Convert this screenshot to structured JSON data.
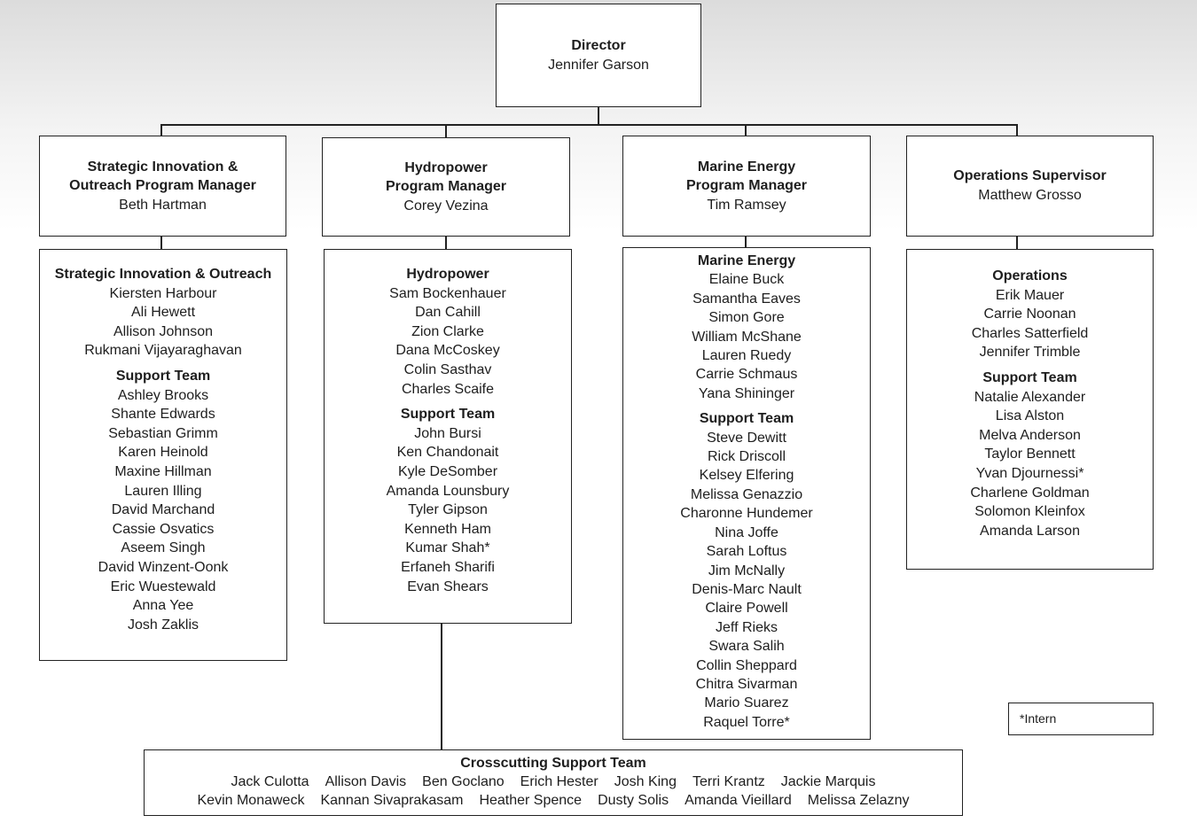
{
  "director": {
    "title": "Director",
    "name": "Jennifer Garson"
  },
  "managers": [
    {
      "title_lines": [
        "Strategic Innovation &",
        "Outreach Program Manager"
      ],
      "name": "Beth Hartman"
    },
    {
      "title_lines": [
        "Hydropower",
        "Program Manager"
      ],
      "name": "Corey Vezina"
    },
    {
      "title_lines": [
        "Marine Energy",
        "Program Manager"
      ],
      "name": "Tim Ramsey"
    },
    {
      "title_lines": [
        "Operations Supervisor"
      ],
      "name": "Matthew Grosso"
    }
  ],
  "teams": [
    {
      "title": "Strategic Innovation & Outreach",
      "members": [
        "Kiersten Harbour",
        "Ali Hewett",
        "Allison Johnson",
        "Rukmani Vijayaraghavan"
      ],
      "support_title": "Support Team",
      "support": [
        "Ashley Brooks",
        "Shante Edwards",
        "Sebastian Grimm",
        "Karen Heinold",
        "Maxine Hillman",
        "Lauren Illing",
        "David Marchand",
        "Cassie Osvatics",
        "Aseem Singh",
        "David Winzent-Oonk",
        "Eric Wuestewald",
        "Anna Yee",
        "Josh Zaklis"
      ]
    },
    {
      "title": "Hydropower",
      "members": [
        "Sam Bockenhauer",
        "Dan Cahill",
        "Zion Clarke",
        "Dana McCoskey",
        "Colin Sasthav",
        "Charles Scaife"
      ],
      "support_title": "Support Team",
      "support": [
        "John Bursi",
        "Ken Chandonait",
        "Kyle DeSomber",
        "Amanda Lounsbury",
        "Tyler Gipson",
        "Kenneth Ham",
        "Kumar Shah*",
        "Erfaneh Sharifi",
        "Evan Shears"
      ]
    },
    {
      "title": "Marine Energy",
      "members": [
        "Elaine Buck",
        "Samantha Eaves",
        "Simon Gore",
        "William McShane",
        "Lauren Ruedy",
        "Carrie Schmaus",
        "Yana Shininger"
      ],
      "support_title": "Support Team",
      "support": [
        "Steve Dewitt",
        "Rick Driscoll",
        "Kelsey Elfering",
        "Melissa Genazzio",
        "Charonne Hundemer",
        "Nina Joffe",
        "Sarah Loftus",
        "Jim McNally",
        "Denis-Marc Nault",
        "Claire Powell",
        "Jeff Rieks",
        "Swara Salih",
        "Collin Sheppard",
        "Chitra Sivarman",
        "Mario Suarez",
        "Raquel Torre*"
      ]
    },
    {
      "title": "Operations",
      "members": [
        "Erik Mauer",
        "Carrie Noonan",
        "Charles Satterfield",
        "Jennifer Trimble"
      ],
      "support_title": "Support Team",
      "support": [
        "Natalie Alexander",
        "Lisa Alston",
        "Melva Anderson",
        "Taylor Bennett",
        "Yvan Djournessi*",
        "Charlene Goldman",
        "Solomon Kleinfox",
        "Amanda Larson"
      ]
    }
  ],
  "crosscutting": {
    "title": "Crosscutting Support Team",
    "rows": [
      [
        "Jack Culotta",
        "Allison Davis",
        "Ben Goclano",
        "Erich Hester",
        "Josh King",
        "Terri Krantz",
        "Jackie Marquis"
      ],
      [
        "Kevin Monaweck",
        "Kannan Sivaprakasam",
        "Heather Spence",
        "Dusty Solis",
        "Amanda Vieillard",
        "Melissa Zelazny"
      ]
    ]
  },
  "legend": "*Intern"
}
